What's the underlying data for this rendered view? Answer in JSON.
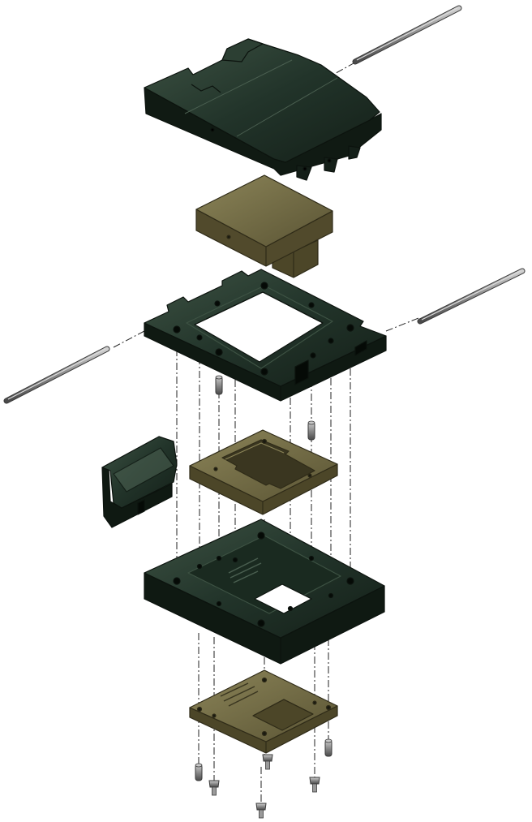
{
  "drawing": {
    "kind": "exploded-assembly",
    "colors": {
      "dark_part": "#1f2f24",
      "dark_part_edge": "#0c130e",
      "dark_part_highlight": "#3d5243",
      "tan_part": "#6b6440",
      "tan_part_edge": "#2f2b18",
      "tan_part_highlight": "#8b8458",
      "pin": "#8a8a8a",
      "pin_edge": "#3a3a3a",
      "leader_line": "#222222",
      "background": "#ffffff"
    },
    "components": [
      "top-lid",
      "lid-hinge-pin",
      "pressure-block",
      "hinge-frame",
      "frame-hinge-pin-left",
      "frame-hinge-pin-right",
      "alignment-pins",
      "latch-clip",
      "socket-insert",
      "socket-base",
      "bottom-plate",
      "mounting-screws"
    ]
  }
}
